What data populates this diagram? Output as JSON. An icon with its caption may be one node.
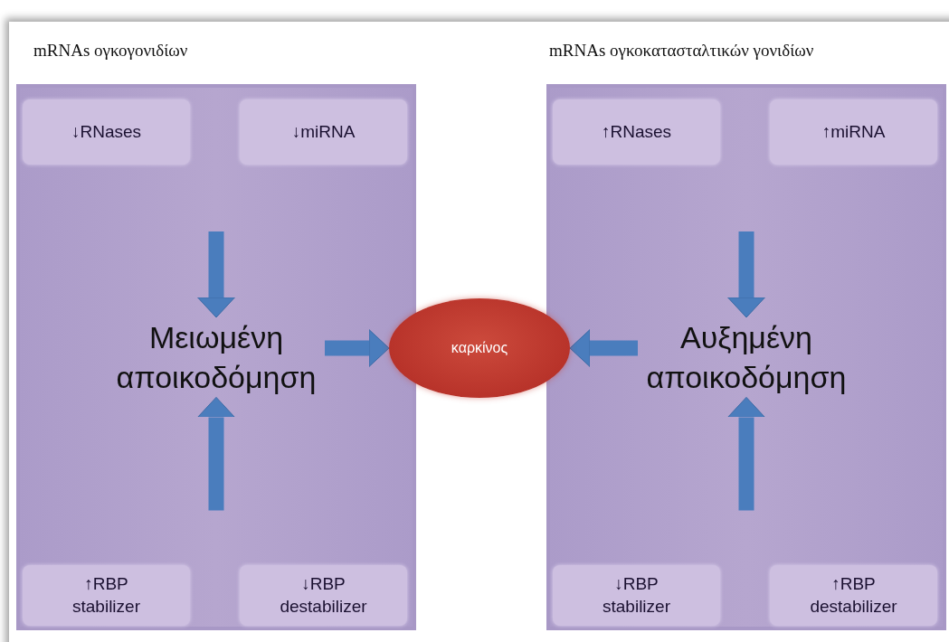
{
  "diagram": {
    "nodes": [
      {
        "text": [
          "mRNAs ογκογονιδίων"
        ]
      },
      {
        "text": [
          "↓RNases"
        ],
        "in": 0
      },
      {
        "text": [
          "↓miRNA"
        ],
        "in": 0
      },
      {
        "text": [
          "Μειωμένη αποικοδόμηση"
        ],
        "in": 0
      },
      {
        "text": [
          "↑RBP stabilizer"
        ],
        "in": 0
      },
      {
        "text": [
          "↓RBP destabilizer"
        ],
        "in": 0
      },
      {
        "text": [
          "καρκίνος"
        ]
      },
      {
        "text": [
          "mRNAs ογκοκατασταλτικών γονιδίων"
        ]
      },
      {
        "text": [
          "↑RNases"
        ],
        "in": 7
      },
      {
        "text": [
          "↑miRNA"
        ],
        "in": 7
      },
      {
        "text": [
          "Αυξημένη αποικοδόμηση"
        ],
        "in": 7
      },
      {
        "text": [
          "↓RBP stabilizer"
        ],
        "in": 7
      },
      {
        "text": [
          "↑RBP destabilizer"
        ],
        "in": 7
      }
    ],
    "edges": [
      {
        "from": null,
        "to": 3,
        "arrow": "to"
      },
      {
        "from": null,
        "to": 3,
        "arrow": "to"
      },
      {
        "from": 3,
        "to": 6,
        "arrow": "to"
      },
      {
        "from": null,
        "to": 10,
        "arrow": "to"
      },
      {
        "from": null,
        "to": 10,
        "arrow": "to"
      },
      {
        "from": 10,
        "to": 6,
        "arrow": "to"
      }
    ]
  }
}
